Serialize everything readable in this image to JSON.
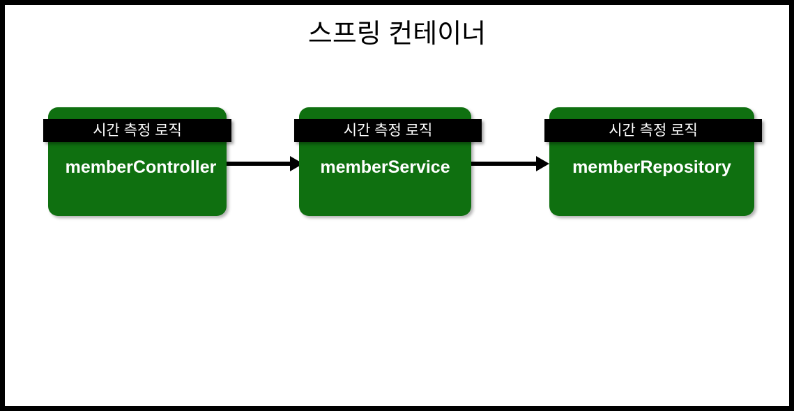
{
  "diagram": {
    "title": "스프링 컨테이너",
    "type": "flow",
    "colors": {
      "frame": "#000000",
      "background": "#ffffff",
      "bean_fill": "#0f7010",
      "banner_fill": "#000000",
      "banner_text": "#ffffff",
      "bean_text": "#ffffff",
      "arrow": "#000000",
      "title_text": "#000000"
    },
    "nodes": [
      {
        "id": "member-controller",
        "label": "memberController",
        "banner": "시간 측정 로직"
      },
      {
        "id": "member-service",
        "label": "memberService",
        "banner": "시간 측정 로직"
      },
      {
        "id": "member-repository",
        "label": "memberRepository",
        "banner": "시간 측정 로직"
      }
    ],
    "edges": [
      {
        "id": "edge-controller-service",
        "from": "memberController",
        "to": "memberService"
      },
      {
        "id": "edge-service-repository",
        "from": "memberService",
        "to": "memberRepository"
      }
    ]
  }
}
